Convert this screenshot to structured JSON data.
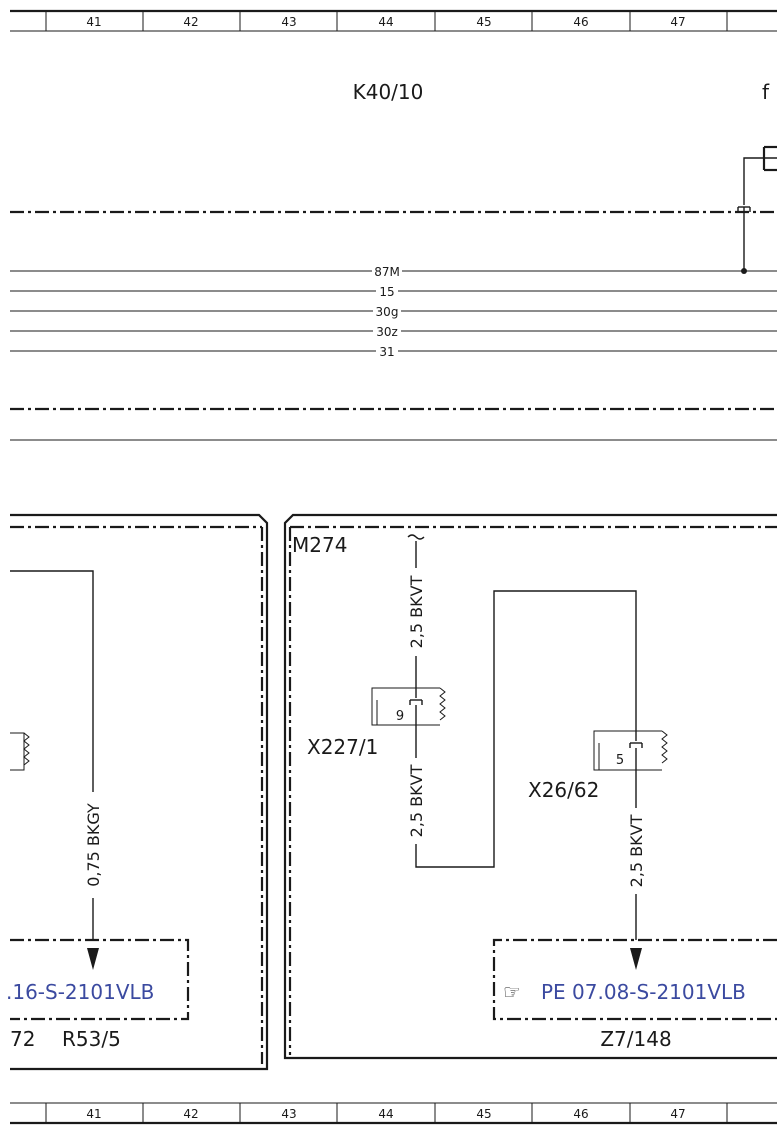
{
  "grid": {
    "columns": [
      "41",
      "42",
      "43",
      "44",
      "45",
      "46",
      "47"
    ]
  },
  "header": {
    "component_title": "K40/10",
    "cut_off_text": "f"
  },
  "bus": {
    "lines": [
      "87M",
      "15",
      "30g",
      "30z",
      "31"
    ]
  },
  "left_module": {
    "wire_label": "0,75 BKGY",
    "reference": ".16-S-2101VLB",
    "code_left": "72",
    "code_right": "R53/5"
  },
  "right_module": {
    "title": "M274",
    "connector1": {
      "name": "X227/1",
      "pin": "9"
    },
    "connector2": {
      "name": "X26/62",
      "pin": "5"
    },
    "wire_top": "2,5 BKVT",
    "wire_middle": "2,5 BKVT",
    "wire_right": "2,5 BKVT",
    "reference_icon": "pointing-hand-icon",
    "reference_symbol": "☞",
    "reference": "PE 07.08-S-2101VLB",
    "code": "Z7/148"
  }
}
